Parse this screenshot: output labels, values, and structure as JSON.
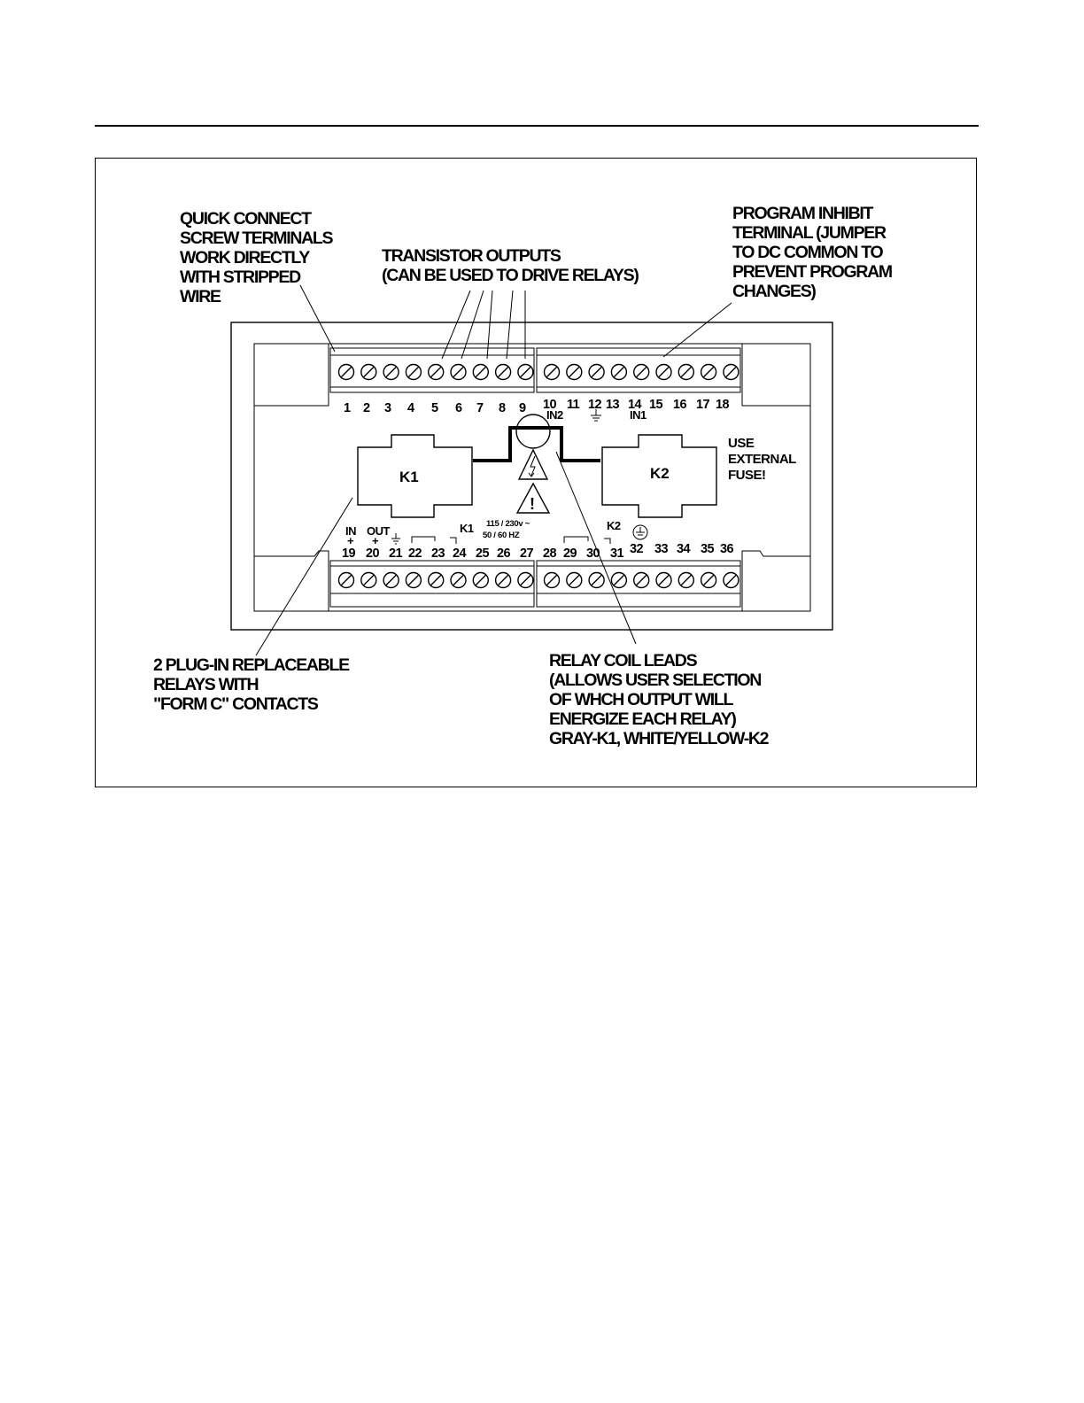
{
  "callouts": {
    "quick_connect": [
      "QUICK CONNECT",
      "SCREW TERMINALS",
      "WORK DIRECTLY",
      "WITH STRIPPED",
      "WIRE"
    ],
    "transistor_outputs": [
      "TRANSISTOR OUTPUTS",
      "(CAN BE USED TO DRIVE RELAYS)"
    ],
    "program_inhibit": [
      "PROGRAM INHIBIT",
      "TERMINAL (JUMPER",
      "TO DC COMMON TO",
      "PREVENT PROGRAM",
      "CHANGES)"
    ],
    "use_fuse": [
      "USE",
      "EXTERNAL",
      "FUSE!"
    ],
    "relays": [
      "2 PLUG-IN REPLACEABLE",
      "RELAYS WITH",
      "\"FORM C\" CONTACTS"
    ],
    "coil_leads": [
      "RELAY COIL LEADS",
      "(ALLOWS USER SELECTION",
      "OF WHCH OUTPUT WILL",
      "ENERGIZE EACH RELAY)",
      "GRAY-K1, WHITE/YELLOW-K2"
    ]
  },
  "top_terminals": [
    "1",
    "2",
    "3",
    "4",
    "5",
    "6",
    "7",
    "8",
    "9",
    "10",
    "11",
    "12",
    "13",
    "14",
    "15",
    "16",
    "17",
    "18"
  ],
  "bottom_terminals": [
    "19",
    "20",
    "21",
    "22",
    "23",
    "24",
    "25",
    "26",
    "27",
    "28",
    "29",
    "30",
    "31",
    "32",
    "33",
    "34",
    "35",
    "36"
  ],
  "top_sublabels": {
    "in2": "IN2",
    "in1": "IN1"
  },
  "bottom_sublabels": {
    "in": "IN",
    "out": "OUT",
    "plus": "+",
    "k1": "K1",
    "k2": "K2",
    "voltage": "115 / 230v ~",
    "frequency": "50 / 60 HZ"
  },
  "relays": {
    "k1": "K1",
    "k2": "K2"
  },
  "warning_symbols": {
    "exclaim": "!"
  }
}
